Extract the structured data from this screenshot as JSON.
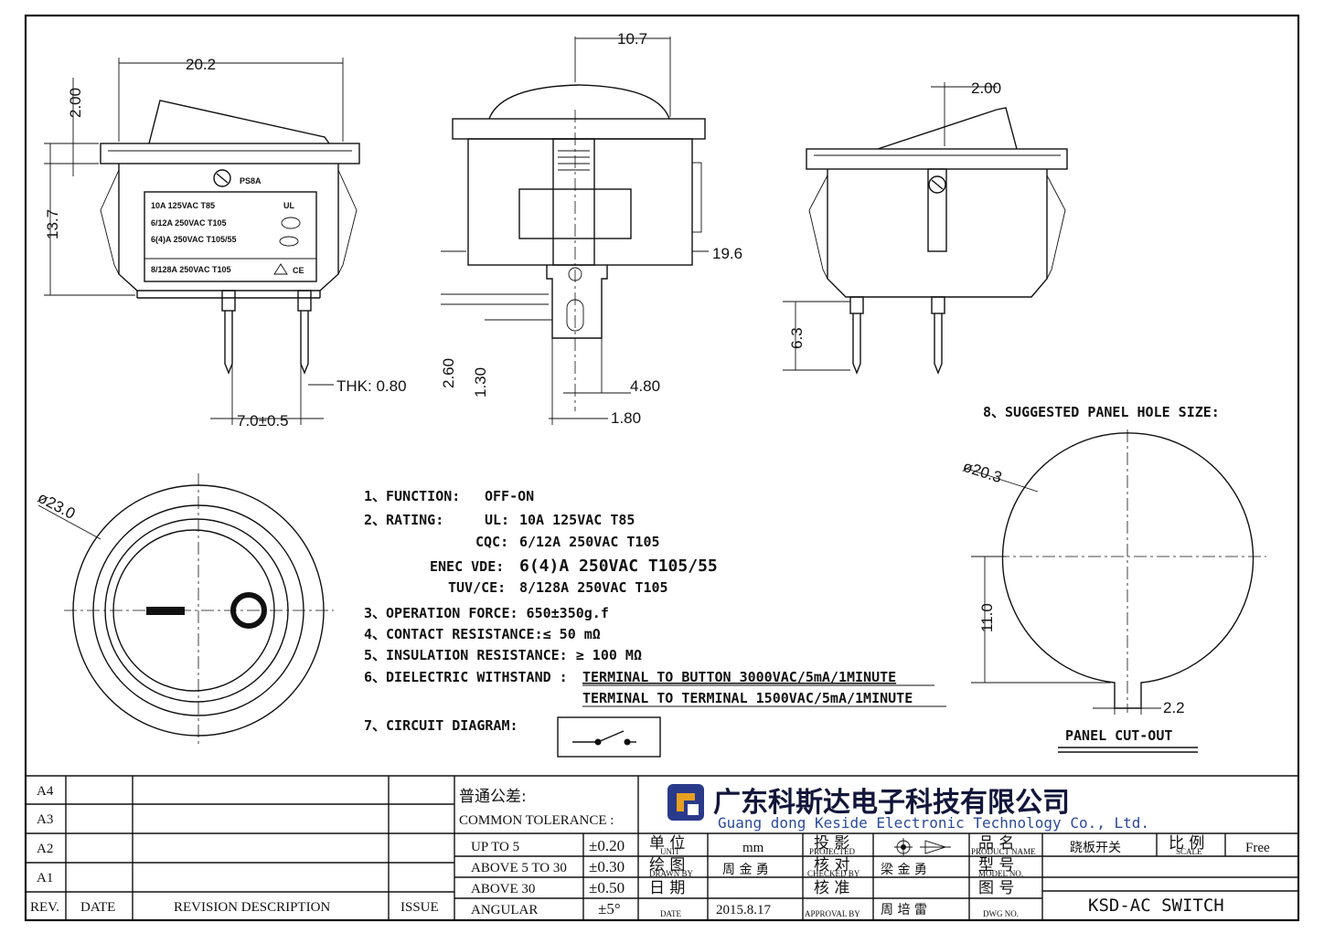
{
  "dimensions": {
    "width_top": "20.2",
    "rocker_height": "2.00",
    "overall_height": "13.7",
    "thickness": "THK: 0.80",
    "pin_pitch": "7.0±0.5",
    "dome_width": "10.7",
    "depth": "19.6",
    "pin_dim_a": "2.60",
    "pin_dim_b": "1.30",
    "pin_width": "4.80",
    "pin_gap": "1.80",
    "rocker_side": "2.00",
    "pin_length": "6.3",
    "bezel_dia": "ø23.0",
    "hole_dia": "ø20.3",
    "hole_flat": "11.0",
    "key_width": "2.2"
  },
  "body_label": {
    "brand": "PS8A",
    "lines": [
      "10A 125VAC T85",
      "6/12A 250VAC  T105",
      "6(4)A 250VAC T105/55",
      "8/128A  250VAC  T105"
    ],
    "marks": [
      "UL",
      "CQC",
      "ENEC",
      "CE"
    ]
  },
  "specs": {
    "function_label": "1、FUNCTION:",
    "function_value": "OFF-ON",
    "rating_label": "2、RATING:",
    "rating_rows": [
      {
        "k": "UL:",
        "v": "10A 125VAC T85"
      },
      {
        "k": "CQC:",
        "v": "6/12A 250VAC T105"
      },
      {
        "k": "ENEC VDE:",
        "v": "6(4)A 250VAC T105/55"
      },
      {
        "k": "TUV/CE:",
        "v": "8/128A  250VAC  T105"
      }
    ],
    "item3": "3、OPERATION FORCE: 650±350g.f",
    "item4": "4、CONTACT RESISTANCE:≤ 50 mΩ",
    "item5": "5、INSULATION RESISTANCE: ≥ 100 MΩ",
    "item6_label": "6、DIELECTRIC WITHSTAND :",
    "item6_line1": "TERMINAL TO BUTTON 3000VAC/5mA/1MINUTE",
    "item6_line2": "TERMINAL TO TERMINAL 1500VAC/5mA/1MINUTE",
    "item7": "7、CIRCUIT DIAGRAM:",
    "item8": "8、SUGGESTED PANEL HOLE SIZE:",
    "panel_caption": "PANEL CUT-OUT"
  },
  "title_block": {
    "revisions": [
      "A4",
      "A3",
      "A2",
      "A1"
    ],
    "rev_header": {
      "rev": "REV.",
      "date": "DATE",
      "desc": "REVISION DESCRIPTION",
      "issue": "ISSUE"
    },
    "tolerance_cn": "普通公差:",
    "tolerance_en": "COMMON TOLERANCE :",
    "tolerances": [
      {
        "range": "UP TO 5",
        "value": "±0.20"
      },
      {
        "range": "ABOVE 5 TO 30",
        "value": "±0.30"
      },
      {
        "range": "ABOVE 30",
        "value": "±0.50"
      },
      {
        "range": "ANGULAR",
        "value": "±5°"
      }
    ],
    "company_cn": "广东科斯达电子科技有限公司",
    "company_en": "Guang dong Keside  Electronic Technology Co., Ltd.",
    "unit_cn": "单 位",
    "unit_en": "UNIT",
    "unit_value": "mm",
    "projected_cn": "投 影",
    "projected_en": "PROJECTED",
    "product_cn": "品 名",
    "product_en": "PRODUCT NAME",
    "product_value": "跷板开关",
    "scale_cn": "比 例",
    "scale_en": "SCALE",
    "scale_value": "Free",
    "drawn_cn": "绘 图",
    "drawn_en": "DRAWN BY",
    "drawn_value": "周 金 勇",
    "checked_cn": "核 对",
    "checked_en": "CHECKED BY",
    "checked_value": "梁 金 勇",
    "model_cn": "型 号",
    "model_en": "MODEL NO.",
    "date_cn": "日 期",
    "date_en": "DATE",
    "date_value": "2015.8.17",
    "approval_cn": "核 准",
    "approval_en": "APPROVAL BY",
    "approval_value": "周 培 雷",
    "dwg_cn": "图 号",
    "dwg_en": "DWG NO.",
    "dwg_value": "KSD-AC SWITCH"
  }
}
